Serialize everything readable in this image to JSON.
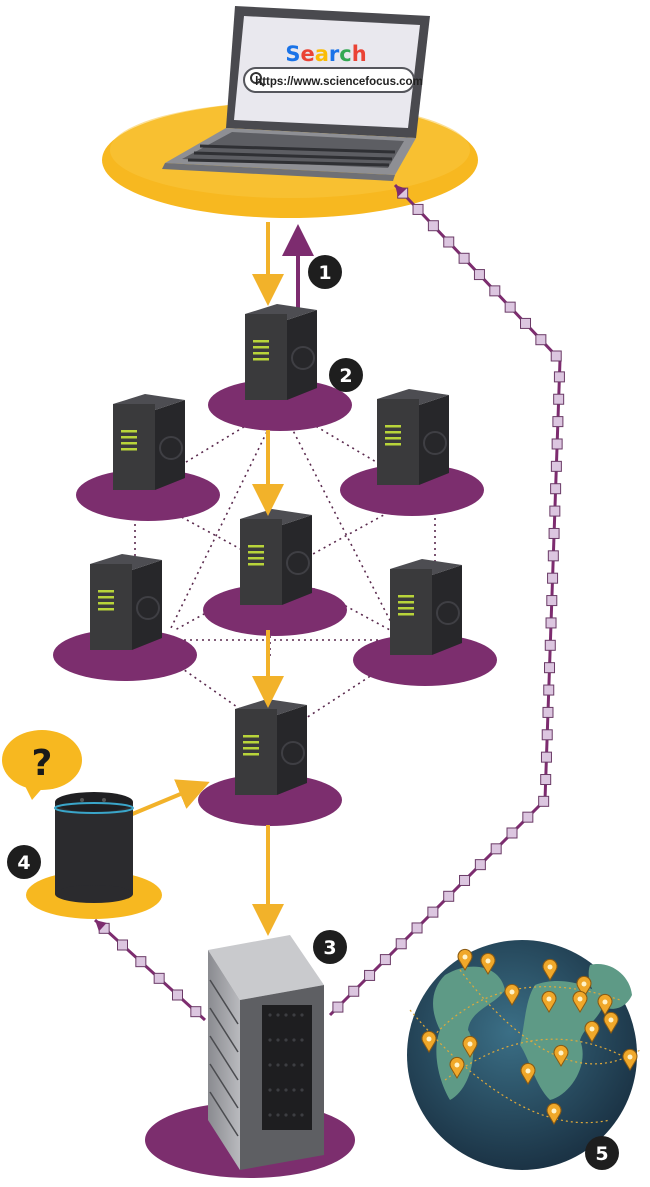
{
  "laptop": {
    "search_title": "Search",
    "search_title_colors": [
      "#1a73e8",
      "#ea4335",
      "#fbbc05",
      "#1a73e8",
      "#34a853",
      "#ea4335"
    ],
    "url": "https://www.sciencefocus.com",
    "search_icon": "magnifier-icon"
  },
  "speaker": {
    "bubble_text": "?"
  },
  "steps": [
    {
      "number": "1"
    },
    {
      "number": "2"
    },
    {
      "number": "3"
    },
    {
      "number": "4"
    },
    {
      "number": "5"
    }
  ],
  "colors": {
    "yellow_platform": "#f7b820",
    "purple_platform": "#7c2e6e",
    "arrow_yellow": "#f2b22a",
    "arrow_purple": "#7d2c6f",
    "server_body": "#3a3a3c",
    "server_led": "#b8d43a",
    "chain_cube": "#dcc6e0",
    "globe_ocean": "#24495e",
    "globe_land": "#5e9a86",
    "pin": "#f0a82a",
    "badge": "#1e1e1e"
  }
}
